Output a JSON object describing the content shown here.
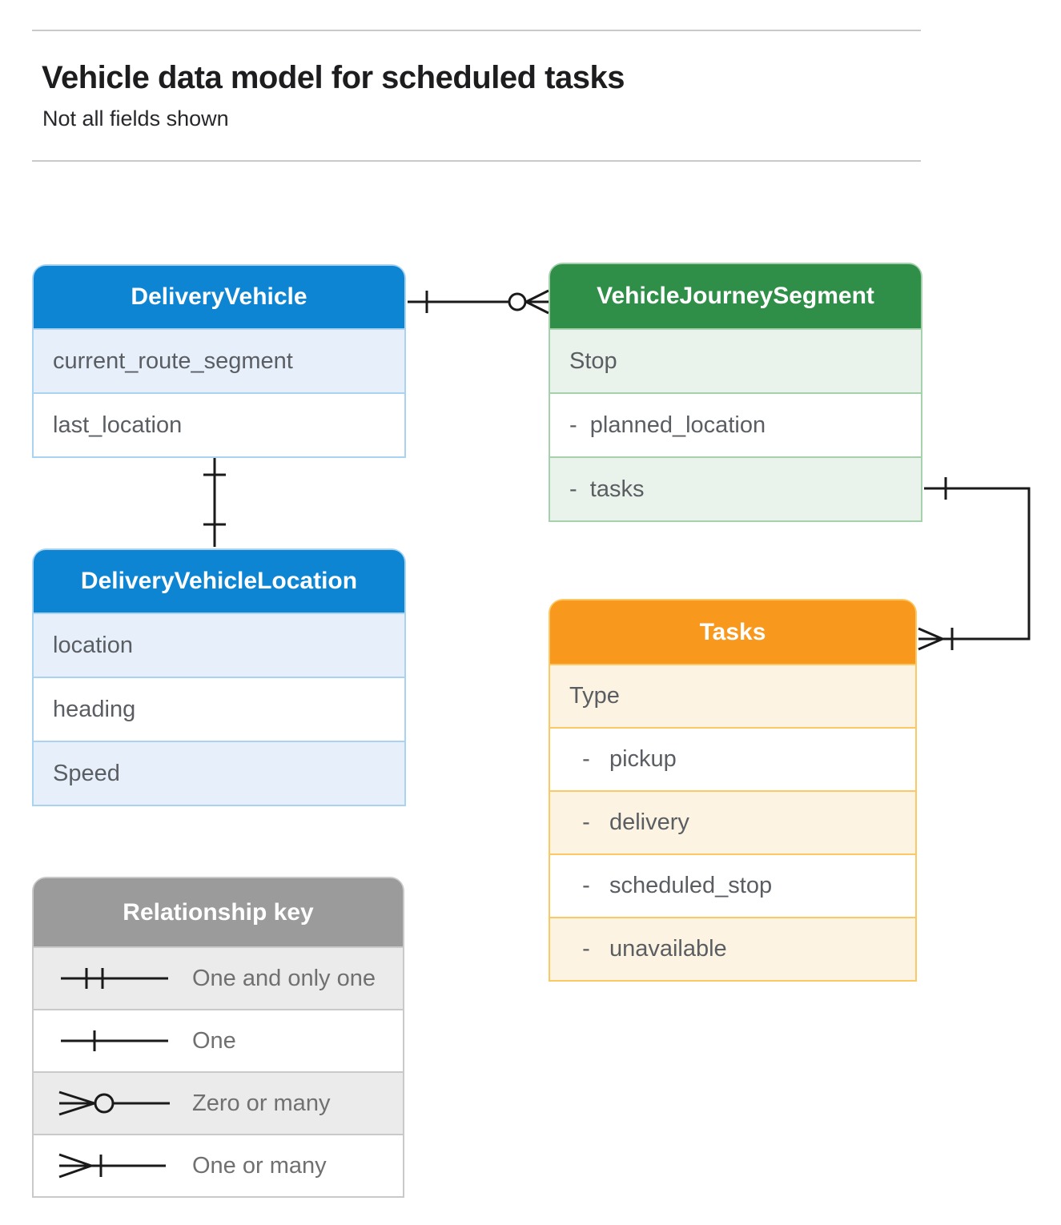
{
  "page": {
    "title": "Vehicle data model for scheduled tasks",
    "subtitle": "Not all fields shown"
  },
  "entities": {
    "delivery_vehicle": {
      "title": "DeliveryVehicle",
      "rows": [
        "current_route_segment",
        "last_location"
      ],
      "header_color": "#0d85d3",
      "tint_color": "#e7f0fa",
      "border_color": "#a9d3f0"
    },
    "vehicle_journey_segment": {
      "title": "VehicleJourneySegment",
      "rows": [
        "Stop",
        "-  planned_location",
        "-  tasks"
      ],
      "header_color": "#2f8e47",
      "tint_color": "#e9f3eb",
      "border_color": "#a5d1ad"
    },
    "delivery_vehicle_location": {
      "title": "DeliveryVehicleLocation",
      "rows": [
        "location",
        "heading",
        "Speed"
      ],
      "header_color": "#0d85d3",
      "tint_color": "#e7f0fa",
      "border_color": "#a9d3f0"
    },
    "tasks": {
      "title": "Tasks",
      "rows": [
        "Type",
        "  -   pickup",
        "  -   delivery",
        "  -   scheduled_stop",
        "  -   unavailable"
      ],
      "header_color": "#f8991e",
      "tint_color": "#fdf3e2",
      "border_color": "#fbc863"
    }
  },
  "legend": {
    "title": "Relationship key",
    "header_color": "#9b9b9b",
    "tint_color": "#ebebeb",
    "border_color": "#c9c9c9",
    "items": [
      {
        "symbol": "one-and-only-one",
        "label": "One and only one"
      },
      {
        "symbol": "one",
        "label": "One"
      },
      {
        "symbol": "zero-or-many",
        "label": "Zero or many"
      },
      {
        "symbol": "one-or-many",
        "label": "One or many"
      }
    ]
  },
  "relationships": [
    {
      "from": "DeliveryVehicle",
      "to": "VehicleJourneySegment",
      "from_cardinality": "one",
      "to_cardinality": "zero-or-many"
    },
    {
      "from": "DeliveryVehicle",
      "to": "DeliveryVehicleLocation",
      "from_cardinality": "one",
      "to_cardinality": "one"
    },
    {
      "from": "VehicleJourneySegment.tasks",
      "to": "Tasks",
      "from_cardinality": "one",
      "to_cardinality": "one-or-many"
    }
  ],
  "line_color": "#1a1a1a"
}
